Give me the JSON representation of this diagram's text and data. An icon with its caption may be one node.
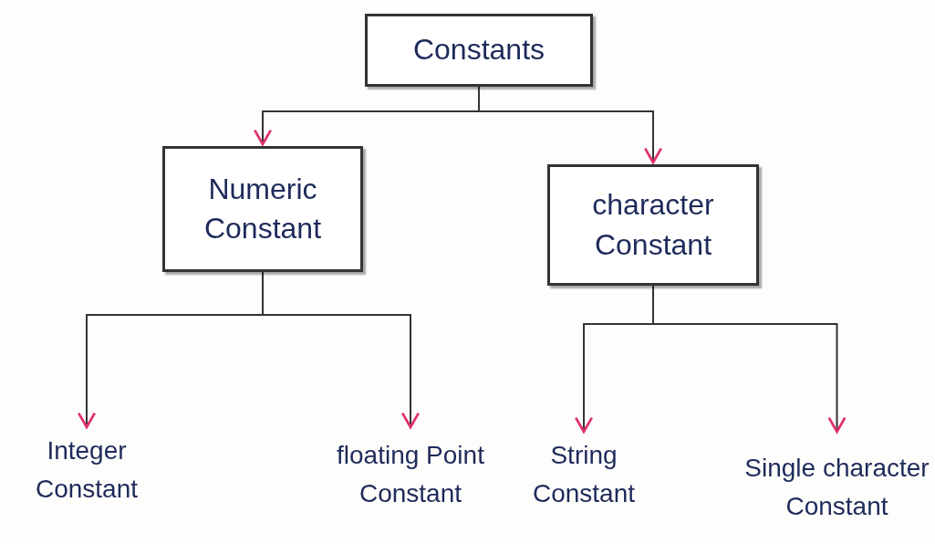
{
  "diagram": {
    "nodes": [
      {
        "text": [
          "Constants"
        ]
      },
      {
        "text": [
          "Numeric Constant"
        ]
      },
      {
        "text": [
          "character Constant"
        ]
      },
      {
        "text": [
          "Integer Constant"
        ]
      },
      {
        "text": [
          "floating Point Constant"
        ]
      },
      {
        "text": [
          "String Constant"
        ]
      },
      {
        "text": [
          "Single character Constant"
        ]
      }
    ],
    "edges": [
      {
        "from": 0,
        "to": 1,
        "arrow": "to"
      },
      {
        "from": 0,
        "to": 2,
        "arrow": "to"
      },
      {
        "from": 1,
        "to": 3,
        "arrow": "to"
      },
      {
        "from": 1,
        "to": 4,
        "arrow": "to"
      },
      {
        "from": 2,
        "to": 5,
        "arrow": "to"
      },
      {
        "from": 2,
        "to": 6,
        "arrow": "to"
      }
    ]
  }
}
